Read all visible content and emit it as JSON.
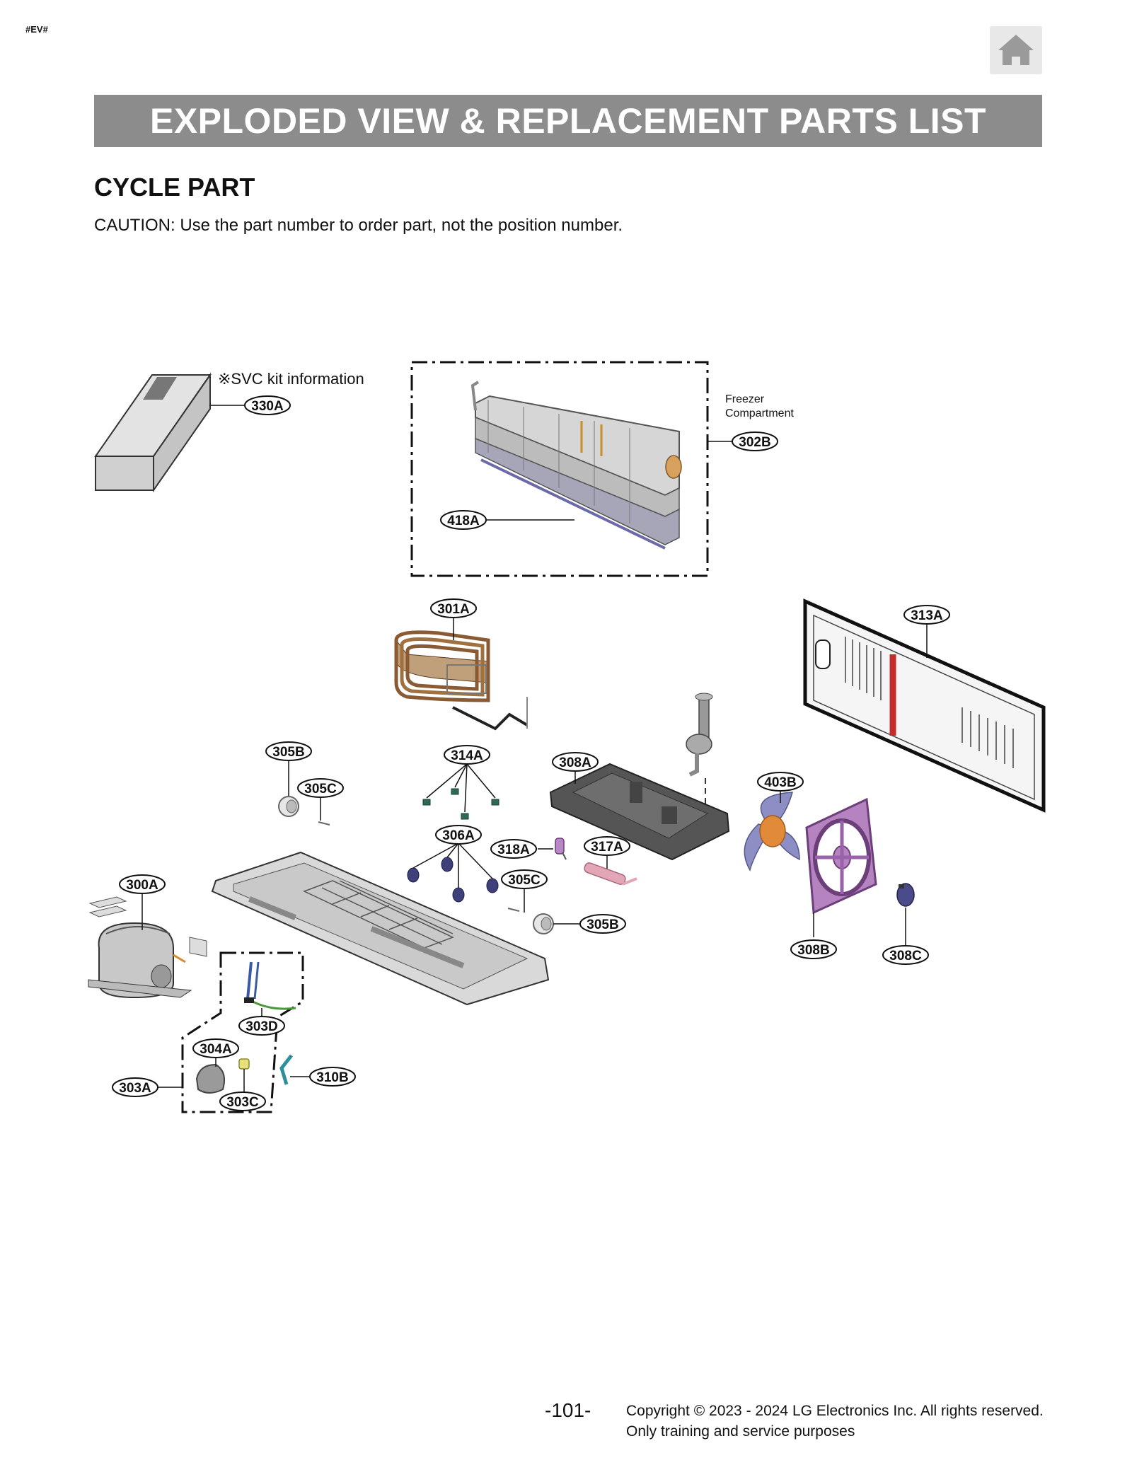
{
  "header": {
    "tag": "#EV#",
    "home_icon": "home-icon",
    "title": "EXPLODED VIEW & REPLACEMENT PARTS LIST"
  },
  "section": {
    "title": "CYCLE PART",
    "caution": "CAUTION: Use the part number to order part, not the position number."
  },
  "diagram": {
    "svc_kit_label": "※SVC kit information",
    "freezer_label_line1": "Freezer",
    "freezer_label_line2": "Compartment",
    "callouts": {
      "c330A": "330A",
      "c302B": "302B",
      "c418A": "418A",
      "c301A": "301A",
      "c313A": "313A",
      "c305B_top": "305B",
      "c305C_top": "305C",
      "c314A": "314A",
      "c308A": "308A",
      "c403B": "403B",
      "c306A": "306A",
      "c318A": "318A",
      "c317A": "317A",
      "c305C_mid": "305C",
      "c305B_mid": "305B",
      "c300A": "300A",
      "c308B": "308B",
      "c308C": "308C",
      "c303D": "303D",
      "c304A": "304A",
      "c303A": "303A",
      "c303C": "303C",
      "c310B": "310B"
    }
  },
  "footer": {
    "page_number": "-101-",
    "copyright_line1": "Copyright © 2023 - 2024 LG Electronics Inc. All rights reserved.",
    "copyright_line2": "Only training and service purposes"
  },
  "colors": {
    "title_bar": "#8c8c8c",
    "condenser": "#8a5a33",
    "fan_blade": "#8d8fc4",
    "fan_shroud": "#9a62a8",
    "capillary": "#d996a8",
    "stand_parts": "#3f3f7a"
  }
}
